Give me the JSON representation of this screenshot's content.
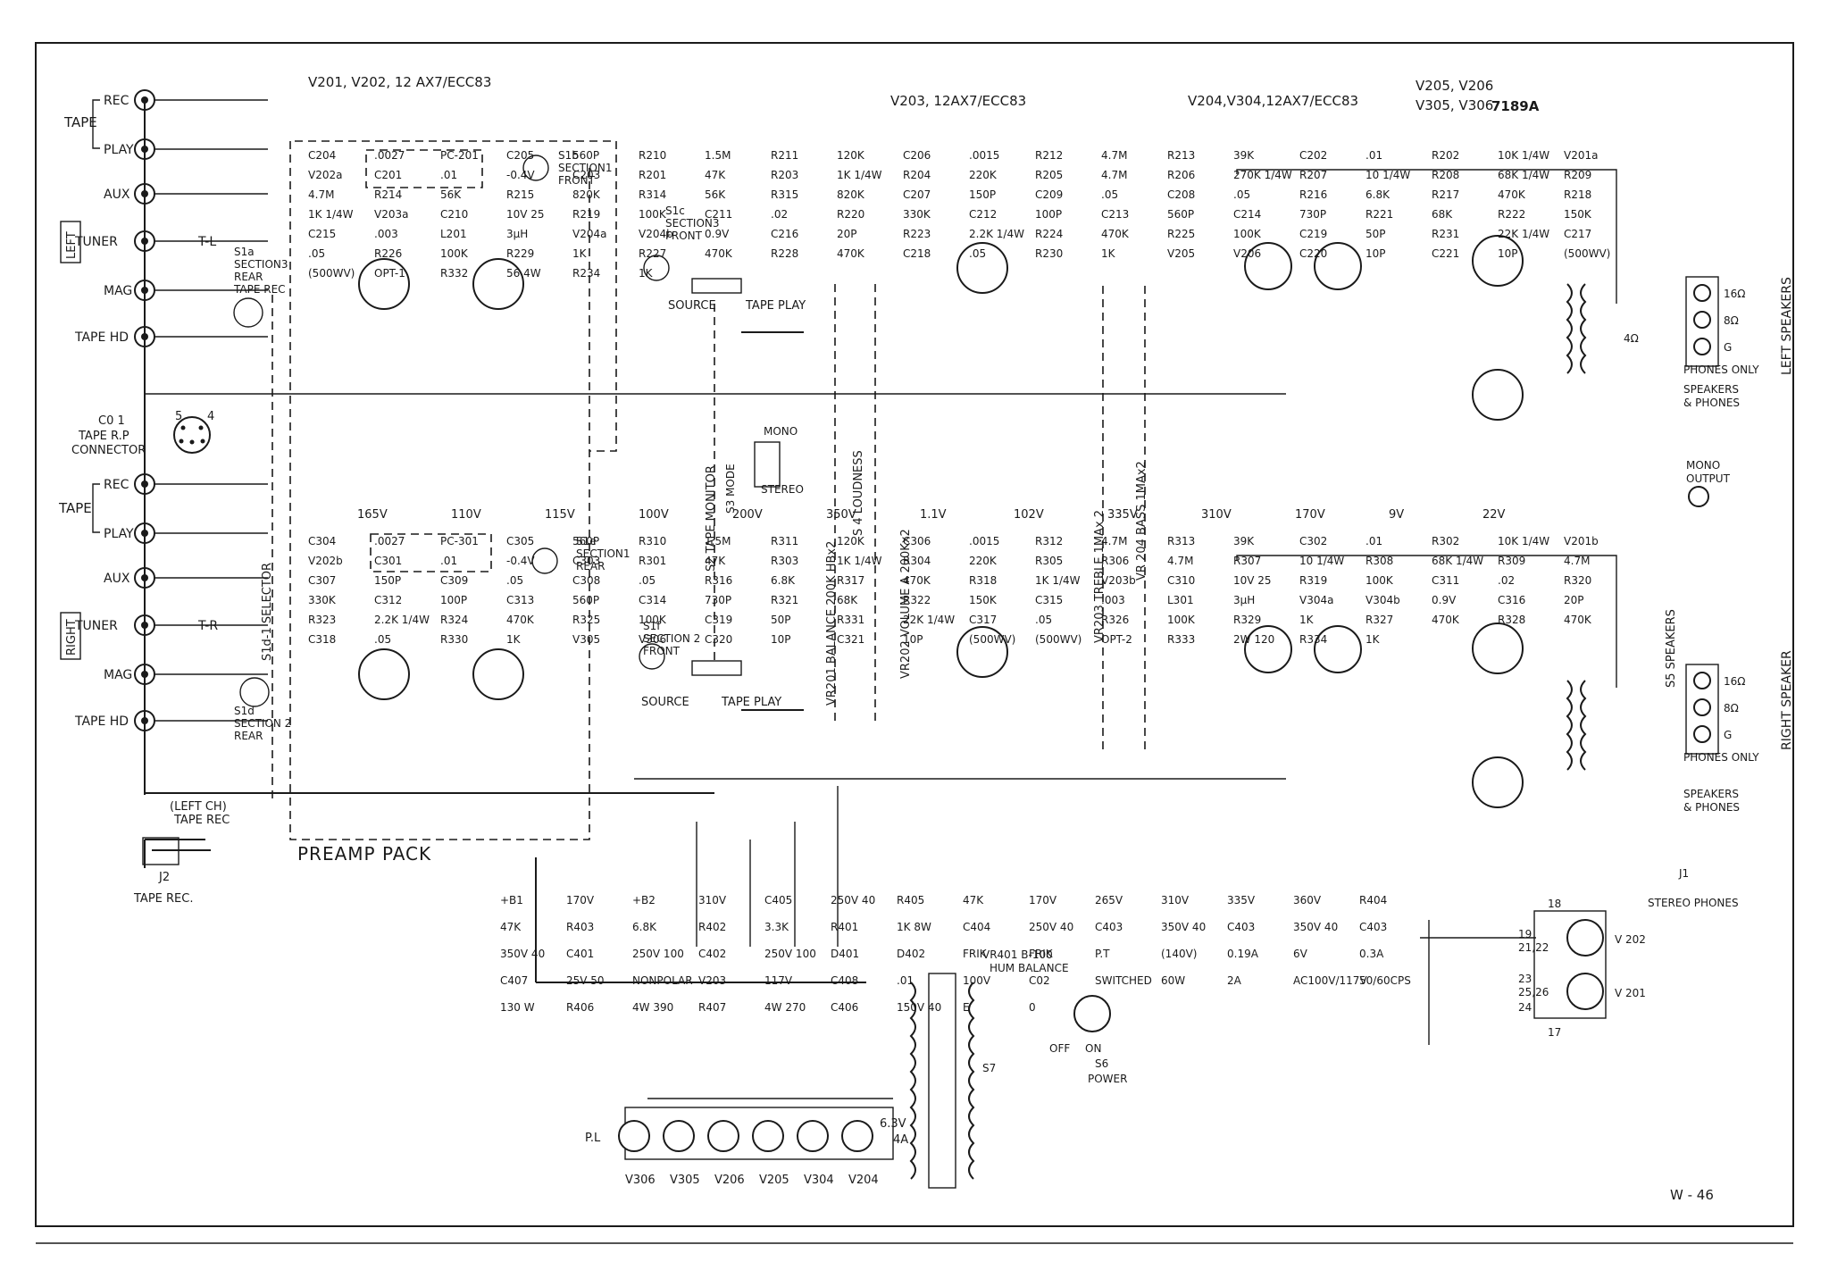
{
  "headers": {
    "v201_v202": "V201, V202,  12 AX7/ECC83",
    "v203": "V203, 12AX7/ECC83",
    "v204_v304": "V204,V304,12AX7/ECC83",
    "v205_v206": "V205, V206",
    "v305_v306": "V305, V306",
    "output_tube": "7189A"
  },
  "sheet_id": "W - 46",
  "blocks": {
    "preamp_pack": "PREAMP PACK",
    "left_channel": "LEFT",
    "right_channel": "RIGHT",
    "tape_top": "TAPE",
    "tape_bottom": "TAPE"
  },
  "left_inputs": [
    {
      "label": "REC"
    },
    {
      "label": "PLAY"
    },
    {
      "label": "AUX"
    },
    {
      "label": "TUNER",
      "route": "T-L"
    },
    {
      "label": "MAG"
    },
    {
      "label": "TAPE HD"
    }
  ],
  "right_inputs": [
    {
      "label": "REC"
    },
    {
      "label": "PLAY"
    },
    {
      "label": "AUX"
    },
    {
      "label": "TUNER",
      "route": "T-R"
    },
    {
      "label": "MAG"
    },
    {
      "label": "TAPE HD"
    }
  ],
  "connector": [
    "C0 1",
    "TAPE  R.P",
    "CONNECTOR"
  ],
  "tape_rec_jack": [
    "(LEFT CH)",
    "TAPE REC",
    "J2",
    "TAPE REC."
  ],
  "switches": {
    "s1a": [
      "S1a",
      "SECTION3",
      "REAR",
      "TAPE REC"
    ],
    "s1b": [
      "S1b",
      "SECTION1",
      "FRONT"
    ],
    "s1c": [
      "S1c",
      "SECTION3",
      "FRONT"
    ],
    "s1d": [
      "S1d",
      "SECTION 2",
      "REAR"
    ],
    "s1e": [
      "S1e",
      "SECTION1",
      "REAR"
    ],
    "s1f": [
      "S1f",
      "SECTION 2",
      "FRONT"
    ],
    "selector": "S1d-1  SELECTOR",
    "source_top": "SOURCE",
    "tape_play_top": "TAPE PLAY",
    "source_bottom": "SOURCE",
    "tape_play_bottom": "TAPE PLAY",
    "s2": "S2  TAPE  MONITOR",
    "s3": [
      "S3  MODE",
      "MONO",
      "STEREO"
    ],
    "s4": "S 4    LOUDNESS",
    "s5": "S5  SPEAKERS",
    "s6": [
      "ON",
      "OFF",
      "S6",
      "POWER"
    ],
    "s7": "S7"
  },
  "controls": {
    "vr201": "VR201  BALANCE  200K  HBx2",
    "vr202": "VR202   VOLUME  A 200Kx2",
    "vr203": "VR203  TREBLE    1MAx 2",
    "vr204": "VR 204    BASS    1MAx2",
    "vr401": [
      "VR401  B-100",
      "HUM BALANCE"
    ]
  },
  "upper_channel_parts": [
    "C204",
    ".0027",
    "PC-201",
    "C205",
    "560P",
    "R210",
    "1.5M",
    "R211",
    "120K",
    "C206",
    ".0015",
    "R212",
    "4.7M",
    "R213",
    "39K",
    "C202",
    ".01",
    "R202",
    "10K 1/4W",
    "V201a",
    "V202a",
    "C201",
    ".01",
    "-0.4V",
    "C203",
    "R201",
    "47K",
    "R203",
    "1K 1/4W",
    "R204",
    "220K",
    "R205",
    "4.7M",
    "R206",
    "270K 1/4W",
    "R207",
    "10 1/4W",
    "R208",
    "68K 1/4W",
    "R209",
    "4.7M",
    "R214",
    "56K",
    "R215",
    "820K",
    "R314",
    "56K",
    "R315",
    "820K",
    "C207",
    "150P",
    "C209",
    ".05",
    "C208",
    ".05",
    "R216",
    "6.8K",
    "R217",
    "470K",
    "R218",
    "1K 1/4W",
    "V203a",
    "C210",
    "10V 25",
    "R219",
    "100K",
    "C211",
    ".02",
    "R220",
    "330K",
    "C212",
    "100P",
    "C213",
    "560P",
    "C214",
    "730P",
    "R221",
    "68K",
    "R222",
    "150K",
    "C215",
    ".003",
    "L201",
    "3µH",
    "V204a",
    "V204b",
    "0.9V",
    "C216",
    "20P",
    "R223",
    "2.2K 1/4W",
    "R224",
    "470K",
    "R225",
    "100K",
    "C219",
    "50P",
    "R231",
    "22K 1/4W",
    "C217",
    ".05",
    "R226",
    "100K",
    "R229",
    "1K",
    "R227",
    "470K",
    "R228",
    "470K",
    "C218",
    ".05",
    "R230",
    "1K",
    "V205",
    "V206",
    "C220",
    "10P",
    "C221",
    "10P",
    "(500WV)",
    "(500WV)",
    "OPT-1",
    "R332",
    "56 4W",
    "R234",
    "1K"
  ],
  "lower_channel_parts": [
    "C304",
    ".0027",
    "PC-301",
    "C305",
    "560P",
    "R310",
    "1.5M",
    "R311",
    "120K",
    "C306",
    ".0015",
    "R312",
    "4.7M",
    "R313",
    "39K",
    "C302",
    ".01",
    "R302",
    "10K 1/4W",
    "V201b",
    "V202b",
    "C301",
    ".01",
    "-0.4V",
    "C303",
    "R301",
    "47K",
    "R303",
    "1K 1/4W",
    "R304",
    "220K",
    "R305",
    "R306",
    "4.7M",
    "R307",
    "10 1/4W",
    "R308",
    "68K 1/4W",
    "R309",
    "4.7M",
    "C307",
    "150P",
    "C309",
    ".05",
    "C308",
    ".05",
    "R316",
    "6.8K",
    "R317",
    "470K",
    "R318",
    "1K 1/4W",
    "V203b",
    "C310",
    "10V 25",
    "R319",
    "100K",
    "C311",
    ".02",
    "R320",
    "330K",
    "C312",
    "100P",
    "C313",
    "560P",
    "C314",
    "730P",
    "R321",
    "68K",
    "R322",
    "150K",
    "C315",
    ".003",
    "L301",
    "3µH",
    "V304a",
    "V304b",
    "0.9V",
    "C316",
    "20P",
    "R323",
    "2.2K 1/4W",
    "R324",
    "470K",
    "R325",
    "100K",
    "C319",
    "50P",
    "R331",
    "22K 1/4W",
    "C317",
    ".05",
    "R326",
    "100K",
    "R329",
    "1K",
    "R327",
    "470K",
    "R328",
    "470K",
    "C318",
    ".05",
    "R330",
    "1K",
    "V305",
    "V306",
    "C320",
    "10P",
    "C321",
    "10P",
    "(500WV)",
    "(500WV)",
    "OPT-2",
    "R333",
    "2W 120",
    "R334",
    "1K"
  ],
  "voltages": [
    "165V",
    "110V",
    "115V",
    "100V",
    "200V",
    "350V",
    "1.1V",
    "102V",
    "335V",
    "310V",
    "170V",
    "9V",
    "22V"
  ],
  "power_supply": [
    "+B1",
    "170V",
    "+B2",
    "310V",
    "C405",
    "250V 40",
    "R405",
    "47K",
    "170V",
    "265V",
    "310V",
    "335V",
    "360V",
    "R404",
    "47K",
    "R403",
    "6.8K",
    "R402",
    "3.3K",
    "R401",
    "1K 8W",
    "C404",
    "250V 40",
    "C403",
    "350V 40",
    "C403",
    "350V 40",
    "C403",
    "350V 40",
    "C401",
    "250V 100",
    "C402",
    "250V 100",
    "D401",
    "D402",
    "FRIK",
    "FRIK",
    "P.T",
    "(140V)",
    "0.19A",
    "6V",
    "0.3A",
    "C407",
    "25V 50",
    "NONPOLAR",
    "V203",
    "117V",
    "C408",
    ".01",
    "100V",
    "C02",
    "SWITCHED",
    "60W",
    "2A",
    "AC100V/117V",
    "50/60CPS",
    "130 W",
    "R406",
    "4W 390",
    "R407",
    "4W 270",
    "C406",
    "150V 40",
    "E",
    "0"
  ],
  "pilot_lamps": [
    "P.L",
    "V306",
    "V305",
    "V206",
    "V205",
    "V304",
    "V204",
    "6.3V",
    "4A"
  ],
  "heater_string": [
    "18",
    "19",
    "21,22",
    "23",
    "25,26",
    "24",
    "17",
    "V 202",
    "V 201"
  ],
  "outputs": {
    "left_speakers": "LEFT SPEAKERS",
    "right_speaker": "RIGHT SPEAKER",
    "taps": [
      "16Ω",
      "8Ω",
      "G"
    ],
    "phones_only": "PHONES ONLY",
    "speakers_phones": [
      "SPEAKERS",
      "& PHONES"
    ],
    "mono_output": [
      "MONO",
      "OUTPUT"
    ],
    "stereo_phones": [
      "J1",
      "STEREO PHONES"
    ],
    "load_4ohm": "4Ω"
  }
}
